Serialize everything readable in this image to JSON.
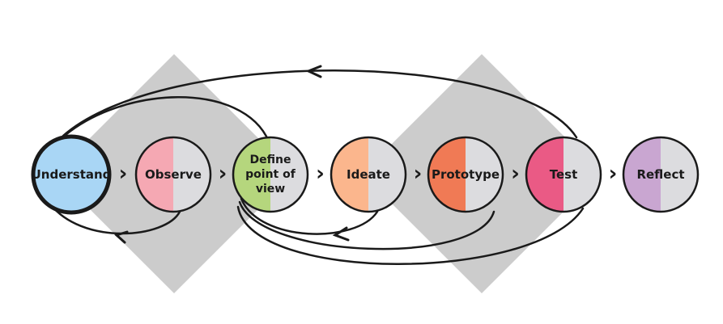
{
  "diagram": {
    "stages": [
      {
        "id": "understand",
        "lines": [
          "Understand"
        ],
        "fill": "#a9d6f5",
        "split": false
      },
      {
        "id": "observe",
        "lines": [
          "Observe"
        ],
        "fill": "#f5a8b3",
        "split": true
      },
      {
        "id": "define",
        "lines": [
          "Define",
          "point of",
          "view"
        ],
        "fill": "#b5d67d",
        "split": true
      },
      {
        "id": "ideate",
        "lines": [
          "Ideate"
        ],
        "fill": "#fbb68d",
        "split": true
      },
      {
        "id": "prototype",
        "lines": [
          "Prototype"
        ],
        "fill": "#f07a55",
        "split": true
      },
      {
        "id": "test",
        "lines": [
          "Test"
        ],
        "fill": "#ea5a85",
        "split": true
      },
      {
        "id": "reflect",
        "lines": [
          "Reflect"
        ],
        "fill": "#c9a6d1",
        "split": true
      }
    ],
    "colors": {
      "diamond": "#cccccc",
      "neutral_half": "#dcdcdf",
      "stroke": "#1a1a1a"
    },
    "arrow_glyph": "›"
  }
}
